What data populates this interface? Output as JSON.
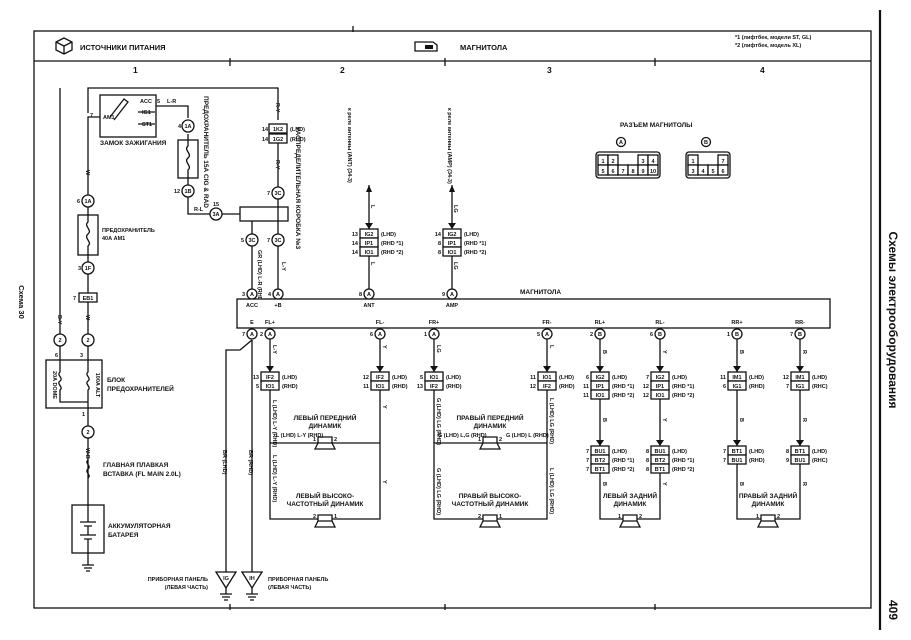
{
  "page": {
    "side_right_title": "Схемы электрооборудования",
    "page_number": "409",
    "side_left_title": "Схема 30"
  },
  "header": {
    "section_power": "ИСТОЧНИКИ ПИТАНИЯ",
    "section_radio": "МАГНИТОЛА",
    "note_1": "*1 (лифтбек, модели ST, GL)",
    "note_2": "*2 (лифтбек, модель XL)",
    "grid_columns": [
      "1",
      "2",
      "3",
      "4"
    ]
  },
  "power": {
    "ignition_switch": "ЗАМОК ЗАЖИГАНИЯ",
    "ign_terminals": [
      "ACC",
      "AM1",
      "IG1",
      "ST1"
    ],
    "ign_pins": [
      "5",
      "7"
    ],
    "wire_acc": "L-R",
    "fuse_cig_label": "ПРЕДОХРАНИТЕЛЬ 15А CIG & RAD",
    "fuse_cig_in": "1A",
    "fuse_cig_in_pin": "4",
    "fuse_cig_out": "1B",
    "fuse_cig_out_pin": "12",
    "wire_rl": "R-L",
    "conn_3a": "3A",
    "conn_3a_pin": "15",
    "fuse_am1_label_1": "ПРЕДОХРАНИТЕЛЬ",
    "fuse_am1_label_2": "40А AM1",
    "fuse_am1_in": "1A",
    "fuse_am1_in_pin": "6",
    "fuse_am1_out": "1F",
    "fuse_am1_out_pin": "3",
    "wire_w": "W",
    "conn_eb1": "EB1",
    "conn_eb1_pin": "7",
    "wire_by": "B-Y",
    "conn_2": "2",
    "fuse_block_label_1": "БЛОК",
    "fuse_block_label_2": "ПРЕДОХРАНИТЕЛЕЙ",
    "fuse_dome": "20A DOME",
    "fuse_alt": "100A ALT",
    "fuse_block_pins": [
      "6",
      "3",
      "1"
    ],
    "wire_wb": "W-B",
    "fusible_link_1": "ГЛАВНАЯ ПЛАВКАЯ",
    "fusible_link_2": "ВСТАВКА (FL MAIN 2.0L)",
    "battery_1": "АККУМУЛЯТОРНАЯ",
    "battery_2": "БАТАРЕЯ"
  },
  "junction": {
    "label": "РАСПРЕДЕЛИТЕЛЬНАЯ КОРОБКА №3",
    "top_conn_1": "1K2",
    "top_conn_1_pin": "14",
    "top_conn_1_note": "(LHD)",
    "top_conn_2": "1G2",
    "top_conn_2_pin": "14",
    "top_conn_2_note": "(RHD)",
    "wire_ry": "R-Y",
    "conn_3c": "3C",
    "conn_3c_pins": [
      "7",
      "5",
      "7"
    ],
    "wire_acc_left": "GR (LHD) L-R (RHD)",
    "wire_ly": "L-Y"
  },
  "antenna": {
    "ant_label": "к реле антенны (ANT) (34-3)",
    "amp_label": "к реле антенны (AMP) (34-3)",
    "wire_ant": "L",
    "wire_amp": "LG",
    "ant_conns": [
      {
        "pin": "13",
        "name": "IG2",
        "note": "(LHD)"
      },
      {
        "pin": "14",
        "name": "IP1",
        "note": "(RHD *1)"
      },
      {
        "pin": "14",
        "name": "IO1",
        "note": "(RHD *2)"
      }
    ],
    "amp_conns": [
      {
        "pin": "14",
        "name": "IG2",
        "note": "(LHD)"
      },
      {
        "pin": "8",
        "name": "IP1",
        "note": "(RHD *1)"
      },
      {
        "pin": "8",
        "name": "IO1",
        "note": "(RHD *2)"
      }
    ]
  },
  "radio": {
    "title": "МАГНИТОЛА",
    "top_pins": [
      {
        "pin": "3",
        "conn": "A",
        "label": "ACC"
      },
      {
        "pin": "4",
        "conn": "A",
        "label": "+B"
      },
      {
        "pin": "8",
        "conn": "A",
        "label": "ANT"
      },
      {
        "pin": "9",
        "conn": "A",
        "label": "AMP"
      }
    ],
    "bottom_pins": [
      {
        "pin": "7",
        "conn": "A",
        "label": "E"
      },
      {
        "pin": "2",
        "conn": "A",
        "label": "FL+"
      },
      {
        "pin": "6",
        "conn": "A",
        "label": "FL-"
      },
      {
        "pin": "1",
        "conn": "A",
        "label": "FR+"
      },
      {
        "pin": "5",
        "conn": "A",
        "label": "FR-"
      },
      {
        "pin": "2",
        "conn": "B",
        "label": "RL+"
      },
      {
        "pin": "6",
        "conn": "B",
        "label": "RL-"
      },
      {
        "pin": "1",
        "conn": "B",
        "label": "RR+"
      },
      {
        "pin": "7",
        "conn": "B",
        "label": "RR-"
      }
    ],
    "connector_title": "РАЗЪЕМ МАГНИТОЛЫ",
    "connector_a": {
      "id": "A",
      "top": [
        "1",
        "2",
        "3",
        "4"
      ],
      "bottom": [
        "5",
        "6",
        "7",
        "8",
        "9",
        "10"
      ]
    },
    "connector_b": {
      "id": "B",
      "top": [
        "1",
        "7"
      ],
      "bottom": [
        "3",
        "4",
        "5",
        "6"
      ]
    }
  },
  "front_left": {
    "wire_pos": "L-Y",
    "wire_neg": "Y",
    "pos_conns": [
      {
        "pin": "13",
        "name": "IF2",
        "note": "(LHD)"
      },
      {
        "pin": "5",
        "name": "IO1",
        "note": "(RHD)"
      }
    ],
    "neg_conns": [
      {
        "pin": "12",
        "name": "IF2",
        "note": "(LHD)"
      },
      {
        "pin": "11",
        "name": "IO1",
        "note": "(RHD)"
      }
    ],
    "wire_pos_2": "L (LHD) L-Y (RHD)",
    "speaker": "ЛЕВЫЙ ПЕРЕДНИЙ ДИНАМИК",
    "speaker_wire": "L (LHD) L-Y (RHD)",
    "tweeter": "ЛЕВЫЙ ВЫСОКО- ЧАСТОТНЫЙ ДИНАМИК",
    "pins": [
      "1",
      "2"
    ],
    "tweeter_pins": [
      "2",
      "1"
    ]
  },
  "front_right": {
    "wire_pos": "LG",
    "wire_neg": "L",
    "pos_conns": [
      {
        "pin": "5",
        "name": "IO1",
        "note": "(LHD)"
      },
      {
        "pin": "13",
        "name": "IF2",
        "note": "(RHD)"
      }
    ],
    "neg_conns": [
      {
        "pin": "11",
        "name": "IO1",
        "note": "(LHD)"
      },
      {
        "pin": "12",
        "name": "IF2",
        "note": "(RHD)"
      }
    ],
    "wire_pos_2": "G (LHD) LG (RHD)",
    "wire_neg_2": "L (LHD) LG (RHD)",
    "speaker": "ПРАВЫЙ ПЕРЕДНИЙ ДИНАМИК",
    "speaker_wire_l": "G (LHD) L,G (RHD)",
    "speaker_wire_r": "G (LHD) L (RHD)",
    "tweeter": "ПРАВЫЙ ВЫСОКО- ЧАСТОТНЫЙ ДИНАМИК",
    "pins": [
      "1",
      "2"
    ],
    "tweeter_pins": [
      "2",
      "1"
    ]
  },
  "rear_left": {
    "wire_pos": "B",
    "wire_neg": "Y",
    "pos_conns_1": [
      {
        "pin": "6",
        "name": "IG2",
        "note": "(LHD)"
      },
      {
        "pin": "11",
        "name": "IP1",
        "note": "(RHD *1)"
      },
      {
        "pin": "11",
        "name": "IO1",
        "note": "(RHD *2)"
      }
    ],
    "neg_conns_1": [
      {
        "pin": "7",
        "name": "IG2",
        "note": "(LHD)"
      },
      {
        "pin": "12",
        "name": "IP1",
        "note": "(RHD *1)"
      },
      {
        "pin": "12",
        "name": "IO1",
        "note": "(RHD *2)"
      }
    ],
    "pos_conns_2": [
      {
        "pin": "7",
        "name": "BU1",
        "note": "(LHD)"
      },
      {
        "pin": "7",
        "name": "BT2",
        "note": "(RHD *1)"
      },
      {
        "pin": "7",
        "name": "BT1",
        "note": "(RHD *2)"
      }
    ],
    "neg_conns_2": [
      {
        "pin": "8",
        "name": "BU1",
        "note": "(LHD)"
      },
      {
        "pin": "8",
        "name": "BT2",
        "note": "(RHD *1)"
      },
      {
        "pin": "8",
        "name": "BT1",
        "note": "(RHD *2)"
      }
    ],
    "speaker": "ЛЕВЫЙ ЗАДНИЙ ДИНАМИК",
    "pins": [
      "1",
      "2"
    ]
  },
  "rear_right": {
    "wire_pos": "B",
    "wire_neg": "R",
    "pos_conns_1": [
      {
        "pin": "11",
        "name": "IM1",
        "note": "(LHD)"
      },
      {
        "pin": "6",
        "name": "IG1",
        "note": "(RHD)"
      }
    ],
    "neg_conns_1": [
      {
        "pin": "12",
        "name": "IM1",
        "note": "(LHD)"
      },
      {
        "pin": "7",
        "name": "IG1",
        "note": "(RHC)"
      }
    ],
    "pos_conns_2": [
      {
        "pin": "7",
        "name": "BT1",
        "note": "(LHD)"
      },
      {
        "pin": "7",
        "name": "BU1",
        "note": "(RHD)"
      }
    ],
    "neg_conns_2": [
      {
        "pin": "8",
        "name": "BT1",
        "note": "(LHD)"
      },
      {
        "pin": "9",
        "name": "BU1",
        "note": "(RHC)"
      }
    ],
    "speaker": "ПРАВЫЙ ЗАДНИЙ ДИНАМИК",
    "pins": [
      "1",
      "2"
    ]
  },
  "ground": {
    "wire_1": "BR (LHD)",
    "wire_2": "BR (RHD)",
    "point_1": "IG",
    "point_2": "IH",
    "label_1": "ПРИБОРНАЯ ПАНЕЛЬ",
    "label_1b": "(ЛЕВАЯ ЧАСТЬ)",
    "label_2": "ПРИБОРНАЯ ПАНЕЛЬ",
    "label_2b": "(ЛЕВАЯ ЧАСТЬ)"
  }
}
